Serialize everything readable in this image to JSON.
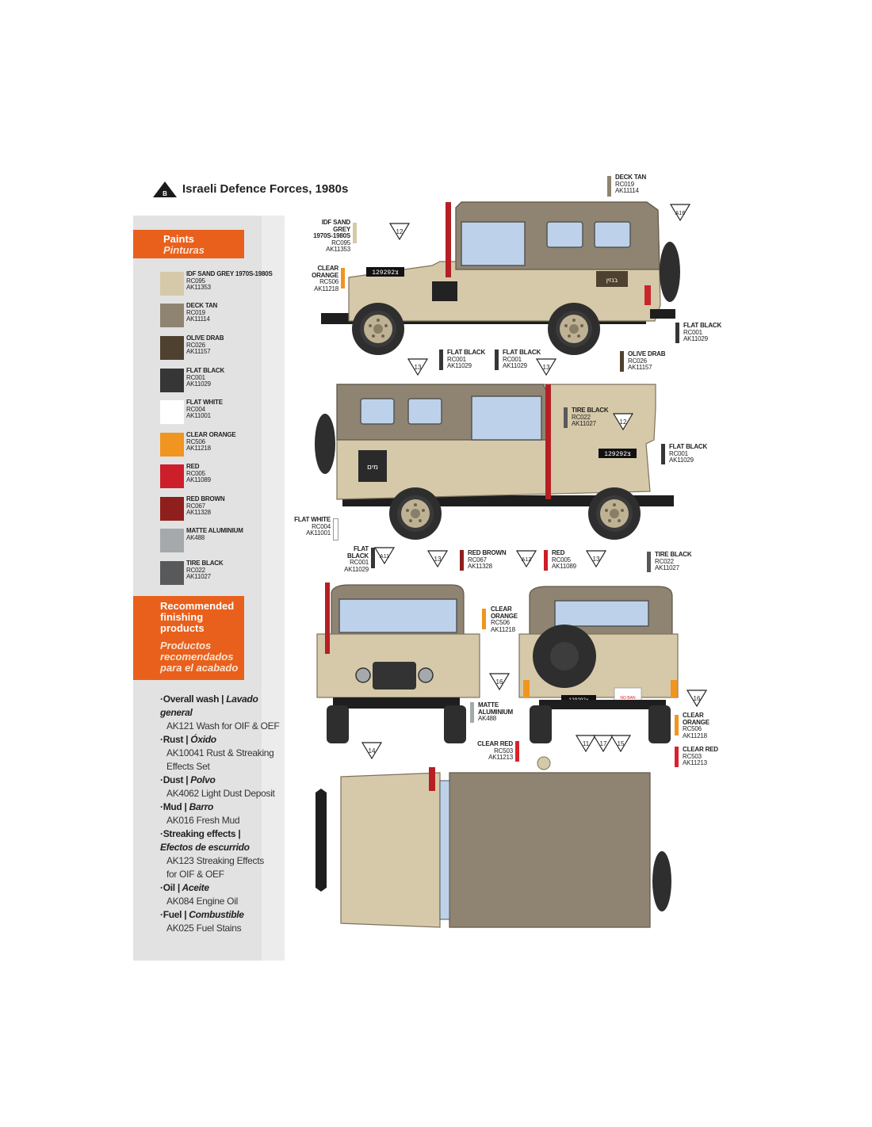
{
  "header": {
    "badge_letter": "B",
    "title": "Israeli Defence Forces, 1980s"
  },
  "paints_box": {
    "label_en": "Paints",
    "label_es": "Pinturas"
  },
  "paints": [
    {
      "name": "IDF SAND GREY 1970S-1980S",
      "codes": [
        "RC095",
        "AK11353"
      ],
      "color": "#d6c9a9"
    },
    {
      "name": "DECK TAN",
      "codes": [
        "RC019",
        "AK11114"
      ],
      "color": "#8f8471"
    },
    {
      "name": "OLIVE DRAB",
      "codes": [
        "RC026",
        "AK11157"
      ],
      "color": "#4f4130"
    },
    {
      "name": "FLAT BLACK",
      "codes": [
        "RC001",
        "AK11029"
      ],
      "color": "#363636"
    },
    {
      "name": "FLAT WHITE",
      "codes": [
        "RC004",
        "AK11001"
      ],
      "color": "#ffffff"
    },
    {
      "name": "CLEAR ORANGE",
      "codes": [
        "RC506",
        "AK11218"
      ],
      "color": "#f0951f"
    },
    {
      "name": "RED",
      "codes": [
        "RC005",
        "AK11089"
      ],
      "color": "#cc1f2a"
    },
    {
      "name": "RED BROWN",
      "codes": [
        "RC067",
        "AK11328"
      ],
      "color": "#8f1f1c"
    },
    {
      "name": "MATTE ALUMINIUM",
      "codes": [
        "AK488"
      ],
      "color": "#a6a9ab"
    },
    {
      "name": "TIRE BLACK",
      "codes": [
        "RC022",
        "AK11027"
      ],
      "color": "#58595b"
    }
  ],
  "recommended_box": {
    "en": [
      "Recommended",
      "finishing",
      "products"
    ],
    "es": [
      "Productos",
      "recomendados",
      "para el acabado"
    ]
  },
  "finishing": [
    {
      "en": "Overall wash |",
      "es": "Lavado general",
      "products": [
        "AK121 Wash for OIF & OEF"
      ]
    },
    {
      "en": "Rust |",
      "es": "Óxido",
      "products": [
        "AK10041 Rust & Streaking",
        "Effects Set"
      ]
    },
    {
      "en": "Dust |",
      "es": "Polvo",
      "products": [
        "AK4062 Light Dust Deposit"
      ]
    },
    {
      "en": "Mud |",
      "es": "Barro",
      "products": [
        "AK016 Fresh Mud"
      ]
    },
    {
      "en": "Streaking effects |",
      "es": "Efectos de escurrido",
      "products": [
        "AK123 Streaking Effects",
        "for OIF & OEF"
      ]
    },
    {
      "en": "Oil |",
      "es": "Aceite",
      "products": [
        "AK084 Engine Oil"
      ]
    },
    {
      "en": "Fuel |",
      "es": "Combustible",
      "products": [
        "AK025 Fuel Stains"
      ]
    }
  ],
  "callouts": {
    "deck_tan": {
      "name": "DECK TAN",
      "codes": [
        "RC019",
        "AK11114"
      ],
      "color": "#8f8471"
    },
    "idf_sand": {
      "name": [
        "IDF SAND GREY",
        "1970S-1980S"
      ],
      "codes": [
        "RC095",
        "AK11353"
      ],
      "color": "#d6c9a9"
    },
    "clear_orange_1": {
      "name": "CLEAR ORANGE",
      "codes": [
        "RC506",
        "AK11218"
      ],
      "color": "#f0951f"
    },
    "flat_black_1": {
      "name": "FLAT BLACK",
      "codes": [
        "RC001",
        "AK11029"
      ],
      "color": "#363636"
    },
    "flat_black_2": {
      "name": "FLAT BLACK",
      "codes": [
        "RC001",
        "AK11029"
      ],
      "color": "#363636"
    },
    "flat_black_3": {
      "name": "FLAT BLACK",
      "codes": [
        "RC001",
        "AK11029"
      ],
      "color": "#363636"
    },
    "olive_drab": {
      "name": "OLIVE DRAB",
      "codes": [
        "RC026",
        "AK11157"
      ],
      "color": "#4f4130"
    },
    "tire_black_1": {
      "name": "TIRE BLACK",
      "codes": [
        "RC022",
        "AK11027"
      ],
      "color": "#58595b"
    },
    "flat_black_4": {
      "name": "FLAT BLACK",
      "codes": [
        "RC001",
        "AK11029"
      ],
      "color": "#363636"
    },
    "flat_white": {
      "name": "FLAT WHITE",
      "codes": [
        "RC004",
        "AK11001"
      ],
      "color": "#ffffff"
    },
    "flat_black_5": {
      "name": "FLAT BLACK",
      "codes": [
        "RC001",
        "AK11029"
      ],
      "color": "#363636"
    },
    "red_brown": {
      "name": "RED BROWN",
      "codes": [
        "RC067",
        "AK11328"
      ],
      "color": "#8f1f1c"
    },
    "red": {
      "name": "RED",
      "codes": [
        "RC005",
        "AK11089"
      ],
      "color": "#cc1f2a"
    },
    "tire_black_2": {
      "name": "TIRE BLACK",
      "codes": [
        "RC022",
        "AK11027"
      ],
      "color": "#58595b"
    },
    "clear_orange_2": {
      "name": [
        "CLEAR",
        "ORANGE"
      ],
      "codes": [
        "RC506",
        "AK11218"
      ],
      "color": "#f0951f"
    },
    "matte_alu": {
      "name": [
        "MATTE",
        "ALUMINIUM"
      ],
      "codes": [
        "AK488"
      ],
      "color": "#a6a9ab"
    },
    "clear_red_1": {
      "name": "CLEAR RED",
      "codes": [
        "RC503",
        "AK11213"
      ],
      "color": "#d6232f"
    },
    "clear_orange_3": {
      "name": [
        "CLEAR",
        "ORANGE"
      ],
      "codes": [
        "RC506",
        "AK11218"
      ],
      "color": "#f0951f"
    },
    "clear_red_2": {
      "name": "CLEAR RED",
      "codes": [
        "RC503",
        "AK11213"
      ],
      "color": "#d6232f"
    }
  },
  "markers": {
    "m1": "12",
    "m2": "13",
    "m3": "13",
    "m4": "A16",
    "m5": "12",
    "m6": "A11",
    "m7": "13",
    "m8": "A12",
    "m9": "13",
    "m10": "16",
    "m11": "14",
    "m12": "16",
    "m13": "11",
    "m14": "17",
    "m15": "15"
  },
  "vehicle_text": {
    "plate": "129292צ",
    "plate_rear": "129292צ",
    "sign_side": "בנזין",
    "sign_can": "מים",
    "sign_rear": "NO BAN"
  }
}
